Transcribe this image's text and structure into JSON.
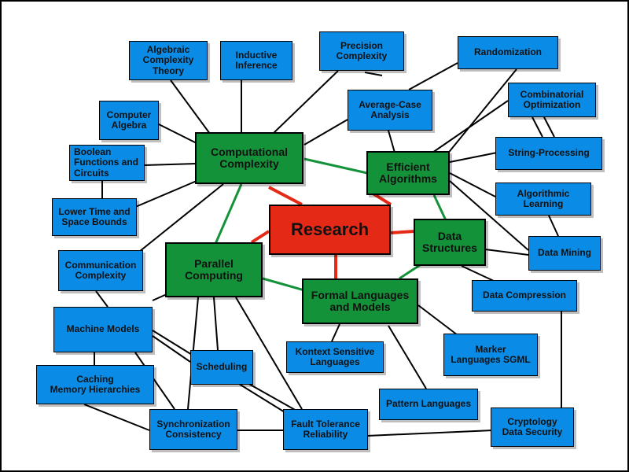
{
  "colors": {
    "topic_box": "#0a8be6",
    "area_box": "#14923a",
    "center_box": "#e42a16",
    "link_black": "#000000",
    "link_green": "#14923a",
    "link_red": "#e42a16"
  },
  "nodes": {
    "research": "Research",
    "computational_complexity": "Computational\nComplexity",
    "efficient_algorithms": "Efficient\nAlgorithms",
    "data_structures": "Data\nStructures",
    "parallel_computing": "Parallel\nComputing",
    "formal_languages": "Formal Languages\nand Models",
    "algebraic_complexity": "Algebraic\nComplexity\nTheory",
    "inductive_inference": "Inductive\nInference",
    "precision_complexity": "Precision\nComplexity",
    "randomization": "Randomization",
    "average_case": "Average-Case\nAnalysis",
    "combinatorial_optimization": "Combinatorial\nOptimization",
    "computer_algebra": "Computer\nAlgebra",
    "boolean_functions": "Boolean\nFunctions and\nCircuits",
    "string_processing": "String-Processing",
    "algorithmic_learning": "Algorithmic\nLearning",
    "lower_bounds": "Lower Time and\nSpace Bounds",
    "data_mining": "Data Mining",
    "communication_complexity": "Communication\nComplexity",
    "data_compression": "Data Compression",
    "machine_models": "Machine Models",
    "kontext_sensitive": "Kontext Sensitive\nLanguages",
    "marker_languages": "Marker\nLanguages SGML",
    "scheduling": "Scheduling",
    "caching": "Caching\nMemory Hierarchies",
    "pattern_languages": "Pattern Languages",
    "synchronization": "Synchronization\nConsistency",
    "fault_tolerance": "Fault Tolerance\nReliability",
    "cryptology": "Cryptology\nData Security"
  }
}
